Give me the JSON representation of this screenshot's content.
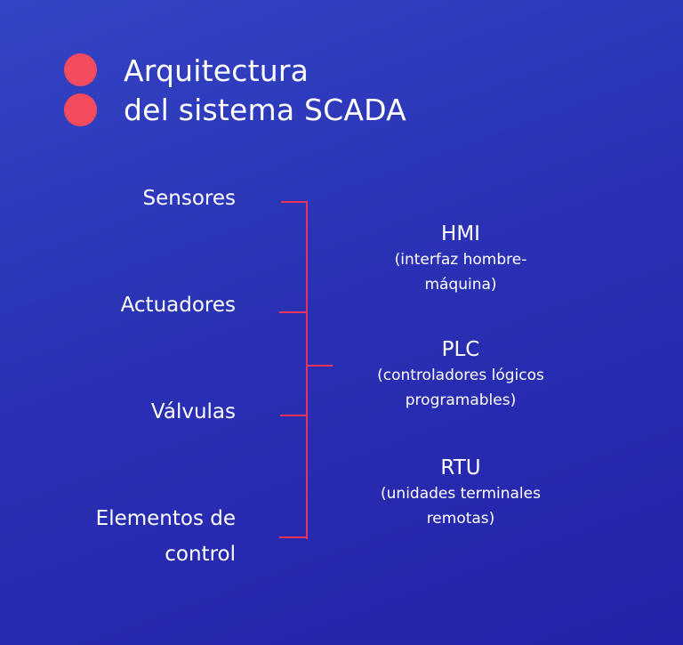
{
  "title": {
    "line1": "Arquitectura",
    "line2": "del sistema SCADA",
    "bullet_color": "#f54b5e"
  },
  "left_items": [
    {
      "label": "Sensores"
    },
    {
      "label": "Actuadores"
    },
    {
      "label": "Válvulas"
    },
    {
      "label_line1": "Elementos de",
      "label_line2": "control"
    }
  ],
  "right_items": [
    {
      "head": "HMI",
      "sub_line1": "(interfaz hombre-",
      "sub_line2": "máquina)"
    },
    {
      "head": "PLC",
      "sub_line1": "(controladores lógicos",
      "sub_line2": "programables)"
    },
    {
      "head": "RTU",
      "sub_line1": "(unidades terminales",
      "sub_line2": "remotas)"
    }
  ],
  "colors": {
    "background_top": "#3345c4",
    "background_bottom": "#2422a8",
    "bracket": "#e8345a",
    "text": "#ffffff"
  }
}
